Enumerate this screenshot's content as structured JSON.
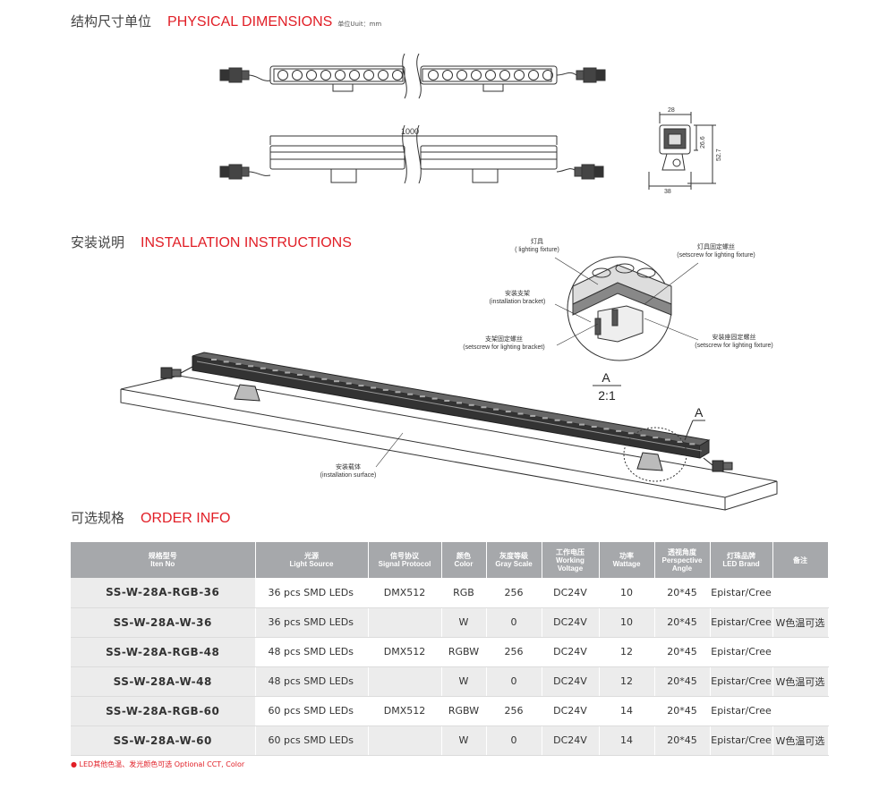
{
  "physical": {
    "title_cn": "结构尺寸单位",
    "title_en": "PHYSICAL DIMENSIONS",
    "unit": "单位Uuit：mm",
    "dims": {
      "length": "1000",
      "width": "28",
      "height_inner": "26.6",
      "height_total": "52.7",
      "bracket": "38"
    }
  },
  "installation": {
    "title_cn": "安装说明",
    "title_en": "INSTALLATION INSTRUCTIONS",
    "labels": {
      "fixture_cn": "灯具",
      "fixture_en": "( lighting fixture)",
      "screw_fixture_cn": "灯具固定螺丝",
      "screw_fixture_en": "(setscrew for lighting fixture)",
      "bracket_cn": "安装支架",
      "bracket_en": "(installation bracket)",
      "screw_bracket_cn": "支架固定螺丝",
      "screw_bracket_en": "(setscrew for lighting bracket)",
      "seat_screw_cn": "安装座固定螺丝",
      "seat_screw_en": "(setscrew for lighting fixture)",
      "surface_cn": "安装载体",
      "surface_en": "(installation surface)",
      "detail_a": "A",
      "scale": "2:1",
      "callout": "A"
    }
  },
  "order": {
    "title_cn": "可选规格",
    "title_en": "ORDER INFO",
    "headers": [
      {
        "cn": "规格型号",
        "en": "Iten No"
      },
      {
        "cn": "光源",
        "en": "Light Source"
      },
      {
        "cn": "信号协议",
        "en": "Signal Protocol"
      },
      {
        "cn": "颜色",
        "en": "Color"
      },
      {
        "cn": "灰度等级",
        "en": "Gray Scale"
      },
      {
        "cn": "工作电压",
        "en": "Working",
        "en2": "Voltage"
      },
      {
        "cn": "功率",
        "en": "Wattage"
      },
      {
        "cn": "透视角度",
        "en": "Perspective",
        "en2": "Angle"
      },
      {
        "cn": "灯珠品牌",
        "en": "LED Brand"
      },
      {
        "cn": "备注",
        "en": ""
      }
    ],
    "rows": [
      [
        "SS-W-28A-RGB-36",
        "36 pcs SMD LEDs",
        "DMX512",
        "RGB",
        "256",
        "DC24V",
        "10",
        "20*45",
        "Epistar/Cree",
        ""
      ],
      [
        "SS-W-28A-W-36",
        "36 pcs SMD LEDs",
        "",
        "W",
        "0",
        "DC24V",
        "10",
        "20*45",
        "Epistar/Cree",
        "W色温可选"
      ],
      [
        "SS-W-28A-RGB-48",
        "48 pcs SMD LEDs",
        "DMX512",
        "RGBW",
        "256",
        "DC24V",
        "12",
        "20*45",
        "Epistar/Cree",
        ""
      ],
      [
        "SS-W-28A-W-48",
        "48 pcs SMD LEDs",
        "",
        "W",
        "0",
        "DC24V",
        "12",
        "20*45",
        "Epistar/Cree",
        "W色温可选"
      ],
      [
        "SS-W-28A-RGB-60",
        "60 pcs SMD LEDs",
        "DMX512",
        "RGBW",
        "256",
        "DC24V",
        "14",
        "20*45",
        "Epistar/Cree",
        ""
      ],
      [
        "SS-W-28A-W-60",
        "60 pcs SMD LEDs",
        "",
        "W",
        "0",
        "DC24V",
        "14",
        "20*45",
        "Epistar/Cree",
        "W色温可选"
      ]
    ],
    "footnote": "● LED其他色温、发光颜色可选  Optional CCT, Color"
  },
  "colors": {
    "accent": "#e11e26",
    "header_bg": "#a6a8ab",
    "row_shade": "#ececec"
  }
}
